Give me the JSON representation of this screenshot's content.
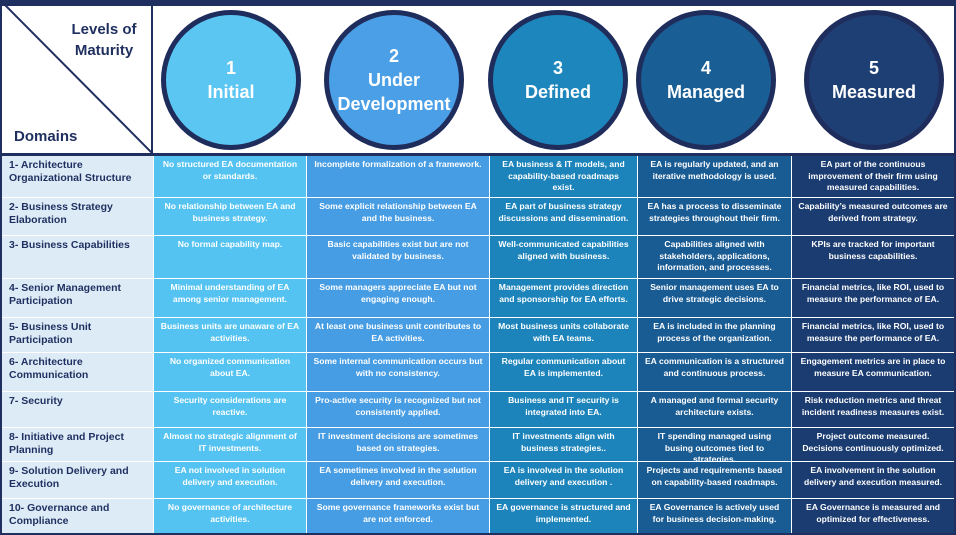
{
  "header": {
    "levels_label": "Levels of Maturity",
    "domains_label": "Domains"
  },
  "colors": {
    "navy": "#1f2f5f",
    "domain_bg": "#ddebf7",
    "level_fills": [
      "#5bc6f2",
      "#4a9fe6",
      "#1d86bd",
      "#1a5e96",
      "#1e3f74"
    ],
    "column_fills": [
      "#55c3f1",
      "#479de4",
      "#1c84bb",
      "#195b93",
      "#1b3c70"
    ]
  },
  "levels": [
    {
      "number": "1",
      "name": "Initial"
    },
    {
      "number": "2",
      "name": "Under Development"
    },
    {
      "number": "3",
      "name": "Defined"
    },
    {
      "number": "4",
      "name": "Managed"
    },
    {
      "number": "5",
      "name": "Measured"
    }
  ],
  "rows": [
    {
      "domain": "1- Architecture Organizational Structure",
      "cells": [
        "No structured EA documentation or standards.",
        "Incomplete formalization of a framework.",
        "EA business & IT models, and capability-based roadmaps exist.",
        "EA is regularly updated, and an iterative methodology is used.",
        "EA part of the continuous improvement of their firm using measured capabilities."
      ]
    },
    {
      "domain": "2- Business Strategy Elaboration",
      "cells": [
        "No relationship between EA and business strategy.",
        "Some explicit relationship between EA and the business.",
        "EA part of business strategy discussions and dissemination.",
        "EA has a process to disseminate strategies throughout their firm.",
        "Capability’s measured outcomes are derived from strategy."
      ]
    },
    {
      "domain": "3- Business Capabilities",
      "cells": [
        "No formal capability map.",
        "Basic capabilities exist but are not validated by business.",
        "Well-communicated  capabilities aligned with business.",
        "Capabilities aligned with stakeholders, applications, information, and processes.",
        "KPIs are tracked for important business capabilities."
      ]
    },
    {
      "domain": "4- Senior Management Participation",
      "cells": [
        "Minimal understanding of EA among senior management.",
        "Some managers appreciate EA but not engaging enough.",
        "Management provides direction and sponsorship for EA efforts.",
        "Senior management uses EA to drive strategic decisions.",
        "Financial metrics, like ROI, used to measure the performance of EA."
      ]
    },
    {
      "domain": "5- Business Unit Participation",
      "cells": [
        "Business units are unaware of EA activities.",
        "At least one business unit contributes to EA activities.",
        "Most business units collaborate with EA teams.",
        "EA is included in the planning process of the organization.",
        "Financial metrics, like ROI, used to measure the performance of EA."
      ]
    },
    {
      "domain": "6- Architecture Communication",
      "cells": [
        "No organized communication about EA.",
        "Some internal communication occurs but with no consistency.",
        "Regular communication about EA is implemented.",
        "EA communication is a structured and continuous process.",
        "Engagement metrics are in place to measure EA communication."
      ]
    },
    {
      "domain": "7- Security",
      "cells": [
        "Security considerations are reactive.",
        "Pro-active security is recognized but not consistently applied.",
        "Business and IT security is integrated into EA.",
        "A managed and formal security architecture exists.",
        "Risk reduction metrics and threat incident readiness measures exist."
      ]
    },
    {
      "domain": "8- Initiative and Project Planning",
      "cells": [
        "Almost no strategic alignment of IT investments.",
        "IT investment decisions are sometimes based on strategies.",
        "IT investments align with business strategies..",
        "IT spending managed using busing outcomes tied to strategies.",
        "Project outcome measured. Decisions continuously optimized."
      ]
    },
    {
      "domain": "9- Solution Delivery and Execution",
      "cells": [
        "EA not involved in solution delivery and execution.",
        "EA sometimes involved in the solution delivery and execution.",
        "EA is involved in the solution delivery and execution .",
        "Projects and requirements based on capability-based roadmaps.",
        "EA involvement in the solution delivery and execution  measured."
      ]
    },
    {
      "domain": "10- Governance and Compliance",
      "cells": [
        "No governance of architecture activities.",
        "Some governance frameworks exist but are not enforced.",
        "EA governance is structured and implemented.",
        "EA Governance is actively used for business decision-making.",
        "EA Governance is measured and optimized for effectiveness."
      ]
    }
  ]
}
